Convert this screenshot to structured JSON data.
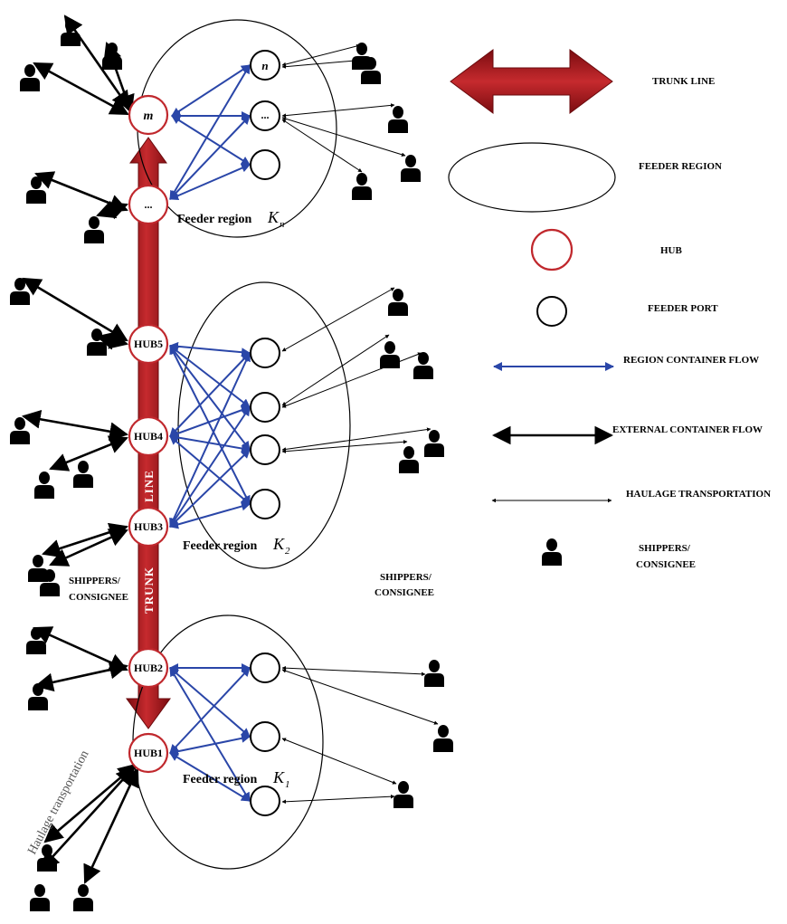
{
  "legend": {
    "trunk_line": "TRUNK LINE",
    "feeder_region": "FEEDER REGION",
    "hub": "HUB",
    "feeder_port": "FEEDER PORT",
    "region_flow": "REGION CONTAINER FLOW",
    "external_flow": "EXTERNAL CONTAINER FLOW",
    "haulage": "HAULAGE TRANSPORTATION",
    "shippers_line1": "SHIPPERS/",
    "shippers_line2": "CONSIGNEE"
  },
  "hubs": {
    "m": "m",
    "dots": "...",
    "hub5": "HUB5",
    "hub4": "HUB4",
    "hub3": "HUB3",
    "hub2": "HUB2",
    "hub1": "HUB1"
  },
  "ports": {
    "n": "n",
    "dots": "..."
  },
  "regions": {
    "label": "Feeder region",
    "k": "K",
    "sub_n": "n",
    "sub_2": "2",
    "sub_1": "1"
  },
  "trunk": {
    "word1": "LINE",
    "word2": "TRUNK"
  },
  "shippers_left": {
    "line1": "SHIPPERS/",
    "line2": "CONSIGNEE"
  },
  "shippers_mid": {
    "line1": "SHIPPERS/",
    "line2": "CONSIGNEE"
  },
  "haulage_label": "Haulage transportation",
  "colors": {
    "trunk": "#a81c20",
    "hub_stroke": "#c0282d",
    "region_flow": "#2a46a8",
    "external_flow": "#000000"
  }
}
